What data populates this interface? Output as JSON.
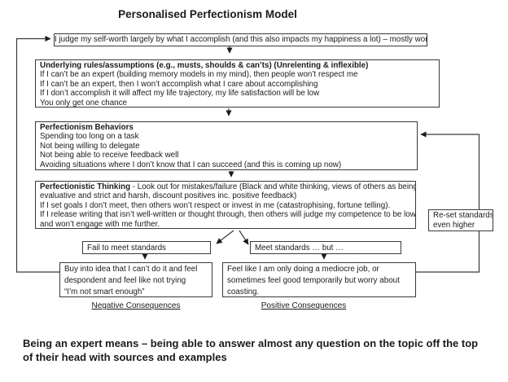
{
  "title": "Personalised Perfectionism Model",
  "colors": {
    "border": "#3a3a3a",
    "line": "#3a3a3a",
    "text": "#1b1b1b",
    "background": "#ffffff"
  },
  "boxes": {
    "self_worth": {
      "text": "I judge my self-worth largely by what I accomplish (and this also impacts my happiness a lot) – mostly work"
    },
    "rules": {
      "heading": "Underlying rules/assumptions (e.g., musts, shoulds & can’ts) (Unrelenting & inflexible)",
      "lines": [
        "If I can’t be an expert (building memory models in my mind), then people won’t respect me",
        "If I can’t be an expert, then I won’t accomplish what I care about accomplishing",
        "If I don’t accomplish it will affect my life trajectory, my life satisfaction will be low",
        "You only get one chance"
      ]
    },
    "behaviors": {
      "heading": "Perfectionism Behaviors",
      "lines": [
        "Spending too long on a task",
        "Not being willing to delegate",
        "Not being able to receive feedback well",
        "Avoiding situations where I don’t know that I can succeed (and this is coming up now)"
      ]
    },
    "thinking": {
      "heading": "Perfectionistic Thinking",
      "heading_suffix": " - Look out for mistakes/failure (Black and white thinking, views of others as being",
      "lines": [
        "evaluative and strict and harsh, discount positives inc. positive feedback)",
        "If I set goals I don’t meet, then others won’t respect or invest in me (catastrophising, fortune telling).",
        "If I release writing that isn’t well-written or thought through, then others will judge my competence to be lower",
        "and won’t engage with me further."
      ]
    },
    "fail": {
      "text": "Fail to meet standards"
    },
    "meet": {
      "text": "Meet standards … but …"
    },
    "negative_outcome": {
      "lines": [
        "Buy into idea that I can’t do it and feel",
        "despondent and feel like not trying",
        "“I’m not smart enough”"
      ]
    },
    "positive_outcome": {
      "lines": [
        "Feel like I am only doing a mediocre job, or",
        "sometimes feel good temporarily but worry about",
        "coasting."
      ]
    },
    "reset": {
      "lines": [
        "Re-set standards",
        "even higher"
      ]
    }
  },
  "labels": {
    "negative": "Negative Consequences",
    "positive": "Positive Consequences"
  },
  "footer": {
    "lines": [
      "Being an expert means – being able to answer almost any question on the topic off the top",
      "of their head with sources and examples"
    ]
  }
}
